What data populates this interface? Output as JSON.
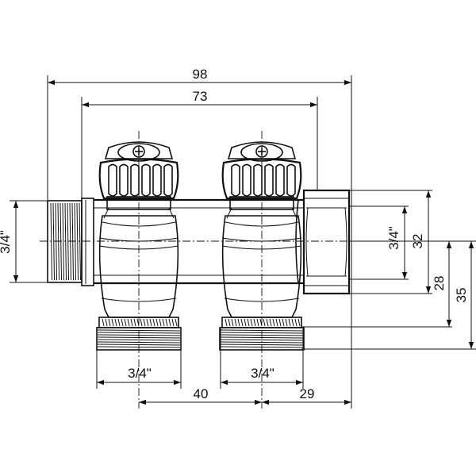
{
  "dimensions": {
    "overall_width": "98",
    "body_width": "73",
    "left_thread": "3/4\"",
    "right_thread": "3/4\"",
    "outlet_1_thread": "3/4\"",
    "outlet_2_thread": "3/4\"",
    "outlet_spacing": "40",
    "outlet_to_end": "29",
    "height_32": "32",
    "height_28": "28",
    "height_35": "35"
  }
}
